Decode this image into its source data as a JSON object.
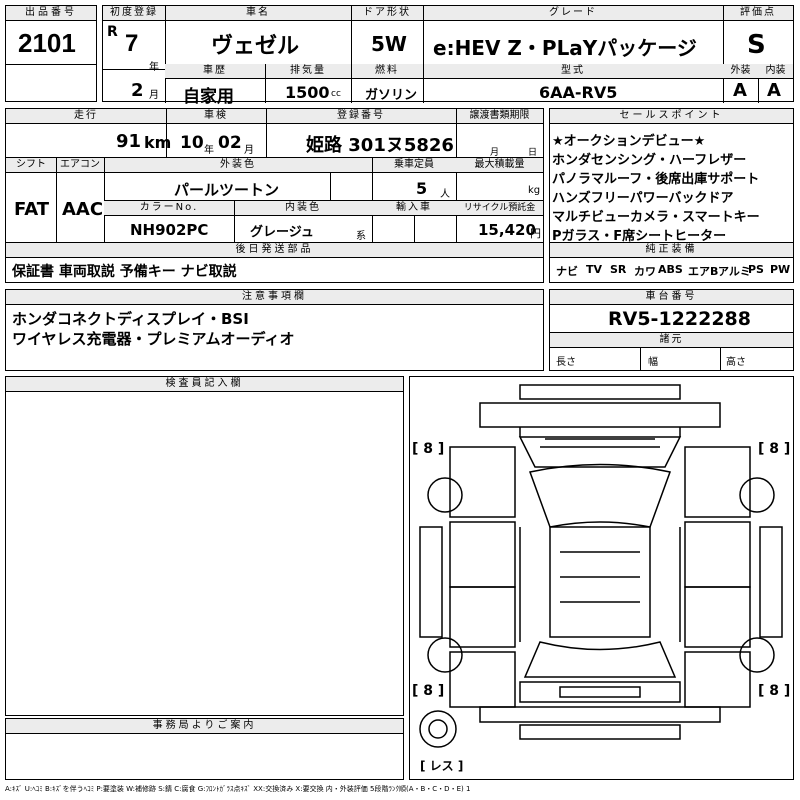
{
  "lot": {
    "label": "出品番号",
    "value": "2101"
  },
  "first_reg": {
    "label": "初度登録",
    "era": "R",
    "year": "7",
    "year_unit": "年",
    "month": "2",
    "month_unit": "月"
  },
  "car_name": {
    "label": "車名",
    "value": "ヴェゼル"
  },
  "door": {
    "label": "ドア形状",
    "value": "5W"
  },
  "grade": {
    "label": "グレード",
    "value": "e:HEV Z・PLaYパッケージ"
  },
  "score": {
    "label": "評価点",
    "value": "S"
  },
  "history": {
    "label": "車歴",
    "value": "自家用"
  },
  "displacement": {
    "label": "排気量",
    "value": "1500",
    "unit": "cc"
  },
  "fuel": {
    "label": "燃料",
    "value": "ガソリン"
  },
  "model": {
    "label": "型式",
    "value": "6AA-RV5"
  },
  "exterior_grade": {
    "label": "外装",
    "value": "A"
  },
  "interior_grade": {
    "label": "内装",
    "value": "A"
  },
  "mileage": {
    "label": "走行",
    "value": "91",
    "unit": "km"
  },
  "inspection": {
    "label": "車検",
    "year": "10",
    "year_unit": "年",
    "month": "02",
    "month_unit": "月"
  },
  "registration": {
    "label": "登録番号",
    "value": "姫路 301ヌ5826"
  },
  "doc_deadline": {
    "label": "譲渡書類期限",
    "month_unit": "月",
    "day_unit": "日"
  },
  "shift": {
    "label": "シフト",
    "value": "FAT"
  },
  "aircon": {
    "label": "エアコン",
    "value": "AAC"
  },
  "ext_color": {
    "label": "外装色",
    "value": "パールツートン"
  },
  "capacity": {
    "label": "乗車定員",
    "value": "5",
    "unit": "人"
  },
  "max_load": {
    "label": "最大積載量",
    "unit": "kg"
  },
  "color_no": {
    "label": "カラーNo.",
    "value": "NH902PC"
  },
  "int_color": {
    "label": "内装色",
    "value": "グレージュ",
    "suffix": "系"
  },
  "import": {
    "label": "輸入車"
  },
  "recycle": {
    "label": "リサイクル預託金",
    "value": "15,420",
    "unit": "円"
  },
  "sales_points": {
    "label": "セールスポイント",
    "lines": [
      "★オークションデビュー★",
      "ホンダセンシング・ハーフレザー",
      "パノラマルーフ・後席出庫サポート",
      "ハンズフリーパワーバックドア",
      "マルチビューカメラ・スマートキー",
      "Pガラス・F席シートヒーター"
    ]
  },
  "later_parts": {
    "label": "後日発送部品",
    "value": "保証書 車両取説 予備キー ナビ取説"
  },
  "equipment": {
    "label": "純正装備",
    "items": [
      "ナビ",
      "TV",
      "SR",
      "カワ",
      "ABS",
      "エアB",
      "アルミ",
      "PS",
      "PW"
    ]
  },
  "notes": {
    "label": "注意事項欄",
    "lines": [
      "ホンダコネクトディスプレイ・BSI",
      "ワイヤレス充電器・プレミアムオーディオ"
    ]
  },
  "chassis": {
    "label": "車台番号",
    "value": "RV5-1222288"
  },
  "specs": {
    "label": "諸元",
    "length": "長さ",
    "width": "幅",
    "height": "高さ"
  },
  "inspector": {
    "label": "検査員記入欄"
  },
  "diagram": {
    "tire_fl": "[ 8 ]",
    "tire_fr": "[ 8 ]",
    "tire_rl": "[ 8 ]",
    "tire_rr": "[ 8 ]",
    "spare": "[ レス ]"
  },
  "office": {
    "label": "事務局よりご案内"
  },
  "legend": "A:ｷｽﾞ U:ﾍｺﾐ B:ｷｽﾞを伴うﾍｺﾐ P:要塗装 W:補修跡 S:錆 C:腐食 G:ﾌﾛﾝﾄｶﾞﾗｽ点ｷｽﾞ XX:交換済み X:要交換 内・外装評価 5段階ﾗﾝｸ順(A・B・C・D・E) 1"
}
